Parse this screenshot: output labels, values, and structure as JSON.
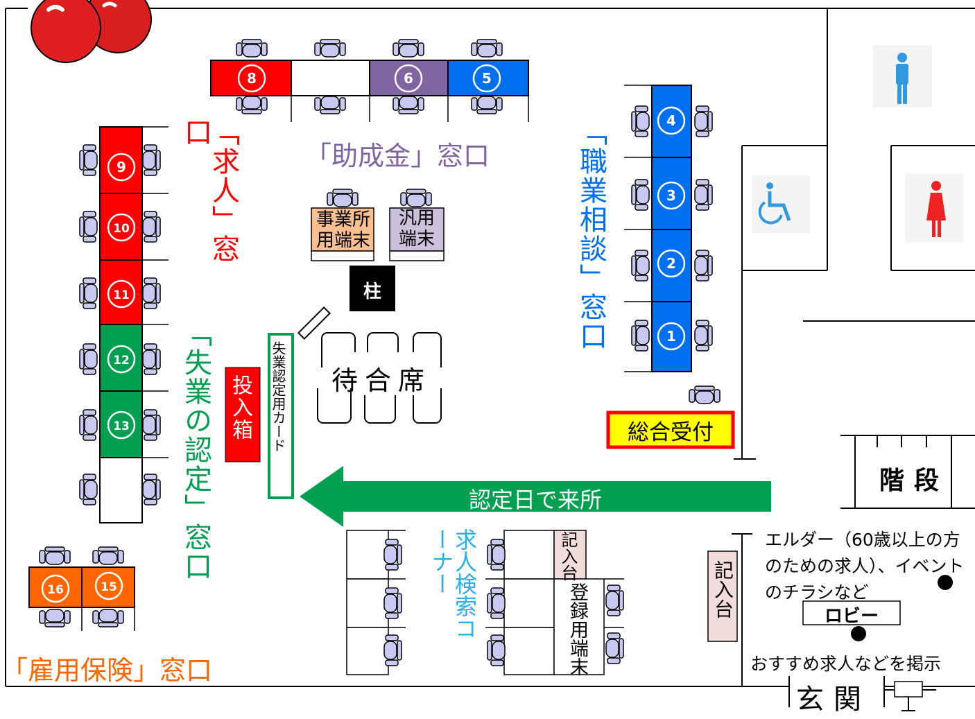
{
  "colors": {
    "red": "#ff0000",
    "purple": "#8064a2",
    "blue": "#0070f0",
    "green": "#00a050",
    "orange": "#ff6600",
    "wait_orange": "#fac090",
    "terminal_gray": "#ccc0da",
    "magenta": "#9b1d9b",
    "chair": "#c8c8f0",
    "chair_dark": "#b0b0b0"
  },
  "counters": {
    "c1": "1",
    "c2": "2",
    "c3": "3",
    "c4": "4",
    "c5": "5",
    "c6": "6",
    "c8": "8",
    "c9": "9",
    "c10": "10",
    "c11": "11",
    "c12": "12",
    "c13": "13",
    "c15": "15",
    "c16": "16"
  },
  "labels": {
    "josei": "「助成金」窓口",
    "kyujin": "「求人」窓口",
    "shitsugyo": "「失業の認定」窓口",
    "koyo": "「雇用保険」窓口",
    "shokugyo": "「職業相談」窓口",
    "jigyosho": "事業所用端末",
    "hanyo": "汎用端末",
    "hashira": "柱",
    "machiai": "待合席",
    "tonyu": "投入箱",
    "card": "失業認定用カード",
    "sogo": "総合受付",
    "kaidan": "階段",
    "arrow": "認定日で来所",
    "kyujin_kensaku": "求人検索コーナー",
    "kinyu1": "記入台",
    "kinyu2": "記入台",
    "toroku": "登録用端末",
    "elder": "エルダー（60歳以上の方のための求人）、イベントのチラシなど",
    "lobby": "ロビー",
    "osusume": "おすすめ求人などを掲示",
    "genkan": "玄関"
  },
  "icons": {
    "male": "male-restroom-icon",
    "female": "female-restroom-icon",
    "accessible": "wheelchair-icon",
    "tomato": "tomato-logo"
  }
}
